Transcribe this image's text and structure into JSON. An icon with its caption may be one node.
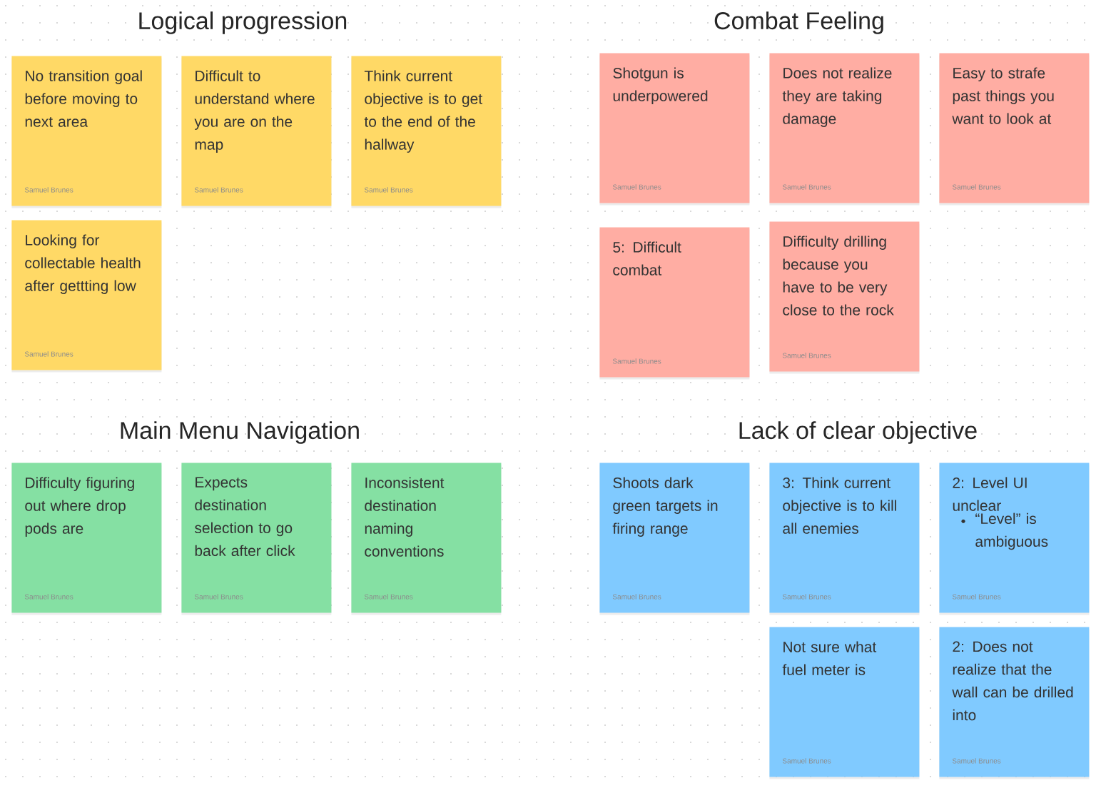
{
  "diagram": {
    "nodes": [
      {
        "text": [
          "No transition goal before moving to next area",
          "Samuel Brunes"
        ]
      },
      {
        "text": [
          "Difficult to understand where you are on the map",
          "Samuel Brunes"
        ]
      },
      {
        "text": [
          "Think current objective is to get to the end of the hallway",
          "Samuel Brunes"
        ]
      },
      {
        "text": [
          "Looking for collectable health after gettting low",
          "Samuel Brunes"
        ]
      },
      {
        "text": [
          "Shotgun is underpowered",
          "Samuel Brunes"
        ]
      },
      {
        "text": [
          "Does not realize they are taking damage",
          "Samuel Brunes"
        ]
      },
      {
        "text": [
          "Easy to strafe past things you want to look at",
          "Samuel Brunes"
        ]
      },
      {
        "text": [
          "5: Difficult combat",
          "Samuel Brunes"
        ]
      },
      {
        "text": [
          "Difficulty drilling because you have to be very close to the rock",
          "Samuel Brunes"
        ]
      },
      {
        "text": [
          "Difficulty figuring out where drop pods are",
          "Samuel Brunes"
        ]
      },
      {
        "text": [
          "Expects destination selection to go back after click",
          "Samuel Brunes"
        ]
      },
      {
        "text": [
          "Inconsistent destination naming conventions",
          "Samuel Brunes"
        ]
      },
      {
        "text": [
          "Shoots dark green targets in firing range",
          "Samuel Brunes"
        ]
      },
      {
        "text": [
          "3: Think current objective is to kill all enemies",
          "Samuel Brunes"
        ]
      },
      {
        "text": [
          "2: Level UI unclear",
          "“Level” is ambiguous",
          "Samuel Brunes"
        ]
      },
      {
        "text": [
          "Not sure what fuel meter is",
          "Samuel Brunes"
        ]
      },
      {
        "text": [
          "2: Does not realize that the wall can be drilled into",
          "Samuel Brunes"
        ]
      }
    ],
    "labels": [
      "Logical progression",
      "Combat Feeling",
      "Main Menu Navigation",
      "Lack of clear objective"
    ]
  }
}
